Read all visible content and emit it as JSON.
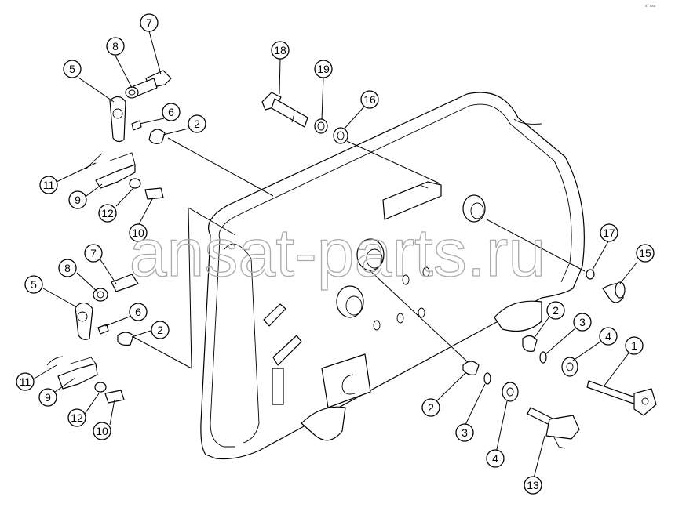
{
  "watermark": "ansat-parts.ru",
  "corner_text": "s° sss",
  "callouts": [
    {
      "id": "c7a",
      "label": "7"
    },
    {
      "id": "c8a",
      "label": "8"
    },
    {
      "id": "c5a",
      "label": "5"
    },
    {
      "id": "c6a",
      "label": "6"
    },
    {
      "id": "c2a",
      "label": "2"
    },
    {
      "id": "c11a",
      "label": "11"
    },
    {
      "id": "c9a",
      "label": "9"
    },
    {
      "id": "c12a",
      "label": "12"
    },
    {
      "id": "c10a",
      "label": "10"
    },
    {
      "id": "c7b",
      "label": "7"
    },
    {
      "id": "c8b",
      "label": "8"
    },
    {
      "id": "c5b",
      "label": "5"
    },
    {
      "id": "c6b",
      "label": "6"
    },
    {
      "id": "c2b",
      "label": "2"
    },
    {
      "id": "c11b",
      "label": "11"
    },
    {
      "id": "c9b",
      "label": "9"
    },
    {
      "id": "c12b",
      "label": "12"
    },
    {
      "id": "c10b",
      "label": "10"
    },
    {
      "id": "c18",
      "label": "18"
    },
    {
      "id": "c19",
      "label": "19"
    },
    {
      "id": "c16",
      "label": "16"
    },
    {
      "id": "c17",
      "label": "17"
    },
    {
      "id": "c15",
      "label": "15"
    },
    {
      "id": "c2c",
      "label": "2"
    },
    {
      "id": "c3c",
      "label": "3"
    },
    {
      "id": "c4c",
      "label": "4"
    },
    {
      "id": "c1",
      "label": "1"
    },
    {
      "id": "c2d",
      "label": "2"
    },
    {
      "id": "c3d",
      "label": "3"
    },
    {
      "id": "c4d",
      "label": "4"
    },
    {
      "id": "c13",
      "label": "13"
    }
  ]
}
